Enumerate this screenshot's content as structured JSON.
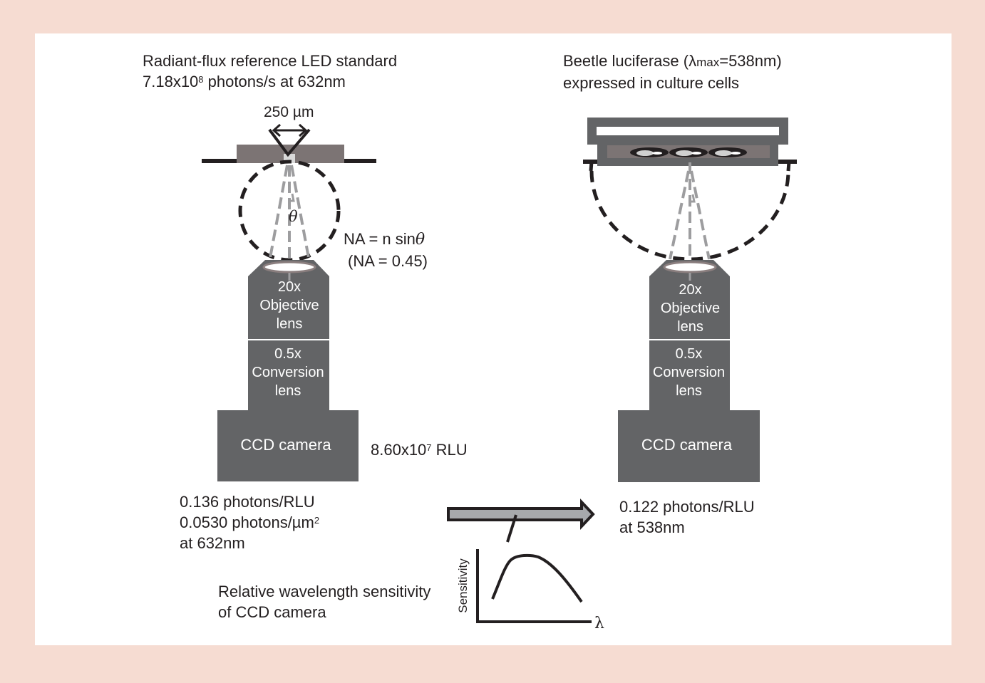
{
  "colors": {
    "background": "#f6dcd2",
    "panel": "#ffffff",
    "device_gray": "#636466",
    "stage_gray": "#7c7474",
    "beam_gray": "#9d9d9f",
    "ink": "#231f20"
  },
  "left": {
    "title_line1": "Radiant-flux reference LED standard",
    "title_line2_prefix": "7.18x10",
    "title_line2_exp": "8",
    "title_line2_suffix": " photons/s at 632nm",
    "aperture_label": "250 µm",
    "theta_symbol": "θ",
    "na_formula_prefix": "NA = n sin",
    "na_formula_theta": "θ",
    "na_value": "(NA = 0.45)",
    "objective": [
      "20x",
      "Objective",
      "lens"
    ],
    "conversion": [
      "0.5x",
      "Conversion",
      "lens"
    ],
    "camera_label": "CCD camera",
    "rlu_prefix": "8.60x10",
    "rlu_exp": "7",
    "rlu_suffix": " RLU",
    "result_line1": "0.136 photons/RLU",
    "result_line2_prefix": "0.0530 photons/µm",
    "result_line2_exp": "2",
    "result_line3": "at 632nm"
  },
  "right": {
    "title_line1_prefix": "Beetle luciferase (",
    "title_lambda": "λ",
    "title_sub": "max",
    "title_line1_suffix": "=538nm)",
    "title_line2": "expressed in culture cells",
    "objective": [
      "20x",
      "Objective",
      "lens"
    ],
    "conversion": [
      "0.5x",
      "Conversion",
      "lens"
    ],
    "camera_label": "CCD camera",
    "result_line1": "0.122 photons/RLU",
    "result_line2": "at 538nm"
  },
  "sensitivity": {
    "caption_line1": "Relative wavelength sensitivity",
    "caption_line2": "of CCD camera",
    "y_axis_label": "Sensitivity",
    "x_axis_label": "λ"
  }
}
